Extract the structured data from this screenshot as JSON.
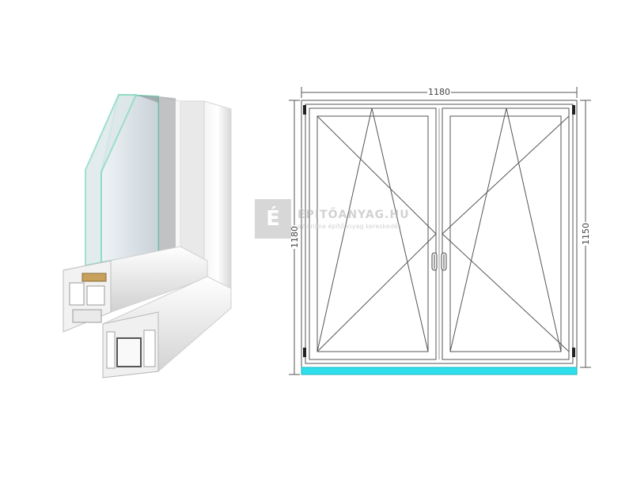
{
  "dimensions": {
    "top_width": "1180",
    "left_height": "1180",
    "right_height": "1150"
  },
  "watermark": {
    "logo_letter": "É",
    "brand": "ÉPÍTŐANYAG.HU",
    "tagline": "az online építőanyag kereskedés"
  },
  "colors": {
    "sill": "#2fe0ec",
    "frame_line": "#555555",
    "glass_edge": "#7fd3c0"
  }
}
